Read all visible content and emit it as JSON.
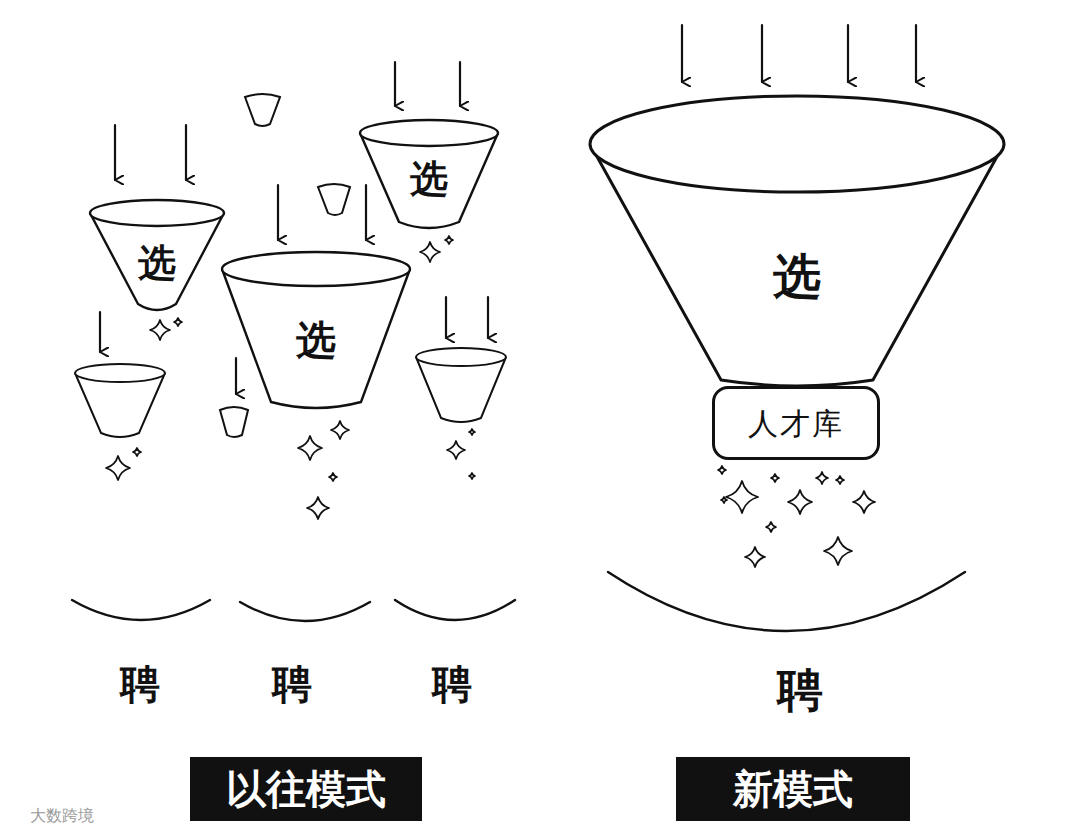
{
  "diagram": {
    "nodes": [
      {
        "text": [
          "选"
        ]
      },
      {
        "text": [
          "选"
        ]
      },
      {
        "text": [
          "选"
        ]
      },
      {
        "text": [
          "选"
        ]
      },
      {
        "text": [
          "人才库"
        ]
      },
      {
        "text": [
          "以往模式"
        ]
      },
      {
        "text": [
          "新模式"
        ]
      }
    ],
    "labels": [
      "聘",
      "聘",
      "聘",
      "聘",
      "大数跨境"
    ]
  }
}
